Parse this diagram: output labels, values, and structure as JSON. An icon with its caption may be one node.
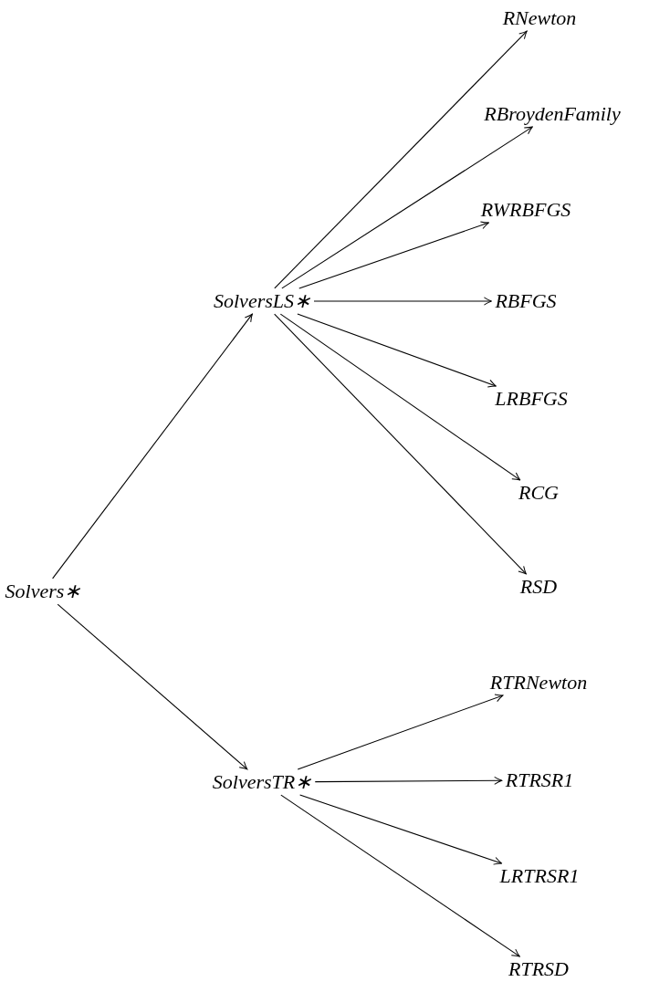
{
  "diagram": {
    "nodes": [
      {
        "text": [
          "Solvers∗"
        ]
      },
      {
        "text": [
          "SolversLS∗"
        ]
      },
      {
        "text": [
          "SolversTR∗"
        ]
      },
      {
        "text": [
          "RNewton"
        ]
      },
      {
        "text": [
          "RBroydenFamily"
        ]
      },
      {
        "text": [
          "RWRBFGS"
        ]
      },
      {
        "text": [
          "RBFGS"
        ]
      },
      {
        "text": [
          "LRBFGS"
        ]
      },
      {
        "text": [
          "RCG"
        ]
      },
      {
        "text": [
          "RSD"
        ]
      },
      {
        "text": [
          "RTRNewton"
        ]
      },
      {
        "text": [
          "RTRSR1"
        ]
      },
      {
        "text": [
          "LRTRSR1"
        ]
      },
      {
        "text": [
          "RTRSD"
        ]
      }
    ],
    "edges": [
      {
        "from": 0,
        "to": 1,
        "arrow": "to"
      },
      {
        "from": 0,
        "to": 2,
        "arrow": "to"
      },
      {
        "from": 1,
        "to": 3,
        "arrow": "to"
      },
      {
        "from": 1,
        "to": 4,
        "arrow": "to"
      },
      {
        "from": 1,
        "to": 5,
        "arrow": "to"
      },
      {
        "from": 1,
        "to": 6,
        "arrow": "to"
      },
      {
        "from": 1,
        "to": 7,
        "arrow": "to"
      },
      {
        "from": 1,
        "to": 8,
        "arrow": "to"
      },
      {
        "from": 1,
        "to": 9,
        "arrow": "to"
      },
      {
        "from": 2,
        "to": 10,
        "arrow": "to"
      },
      {
        "from": 2,
        "to": 11,
        "arrow": "to"
      },
      {
        "from": 2,
        "to": 12,
        "arrow": "to"
      },
      {
        "from": 2,
        "to": 13,
        "arrow": "to"
      }
    ]
  }
}
